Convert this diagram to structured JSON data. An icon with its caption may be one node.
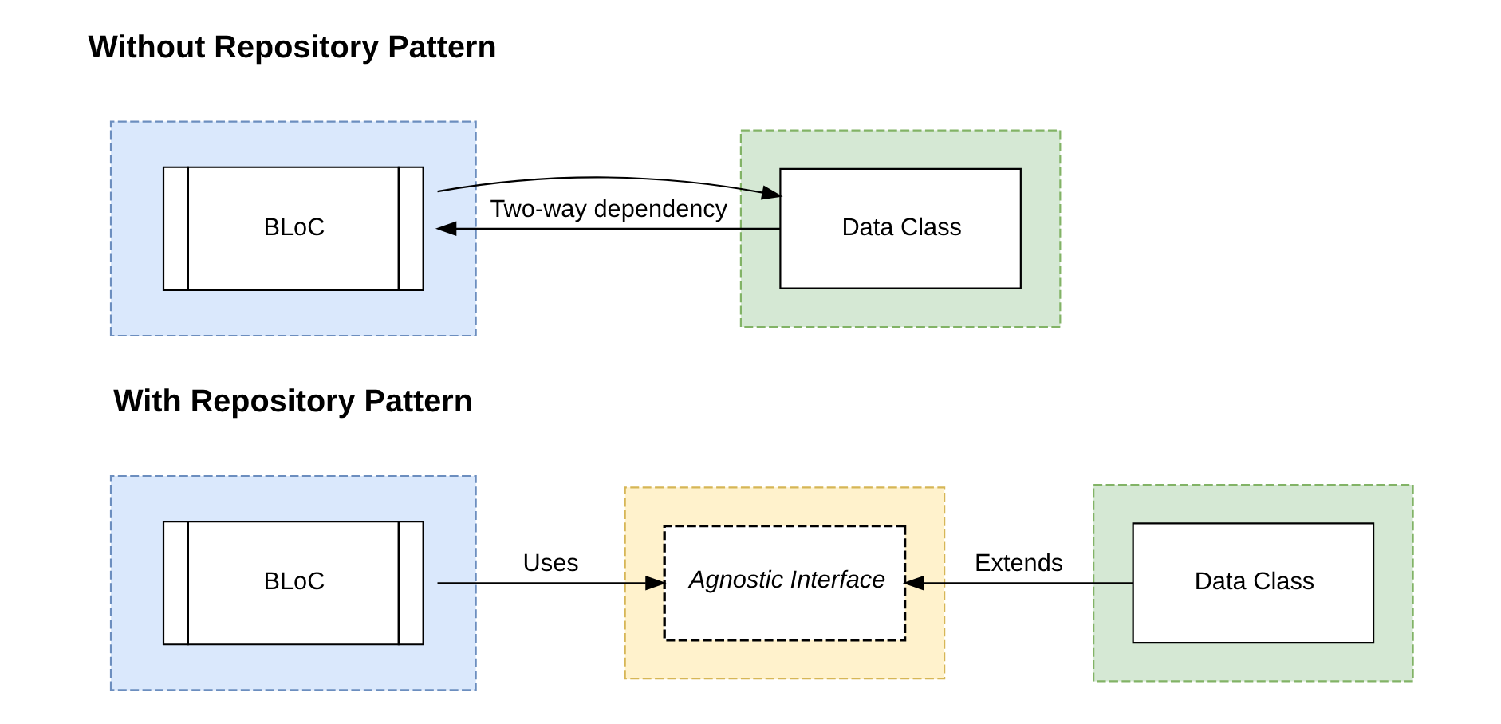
{
  "diagram": {
    "nodes": [
      {
        "text": [],
        "shape": "box"
      },
      {
        "text": [],
        "shape": "box"
      },
      {
        "text": [
          "BLoC"
        ],
        "in": 0
      },
      {
        "text": [
          "Data Class"
        ],
        "in": 1
      },
      {
        "text": [],
        "shape": "box"
      },
      {
        "text": [],
        "shape": "box"
      },
      {
        "text": [],
        "shape": "box"
      },
      {
        "text": [
          "BLoC"
        ],
        "in": 4
      },
      {
        "text": [
          "Agnostic Interface"
        ],
        "in": 5
      },
      {
        "text": [
          "Data Class"
        ],
        "in": 6
      }
    ],
    "edges": [
      {
        "from": 2,
        "to": 3,
        "arrow": "to"
      },
      {
        "from": 3,
        "to": 2,
        "arrow": "to",
        "label": "Two-way dependency"
      },
      {
        "from": 7,
        "to": 8,
        "arrow": "to",
        "label": "Uses"
      },
      {
        "from": 9,
        "to": 8,
        "arrow": "to",
        "label": "Extends"
      }
    ],
    "labels": [
      "Without Repository Pattern",
      "With Repository Pattern"
    ]
  }
}
